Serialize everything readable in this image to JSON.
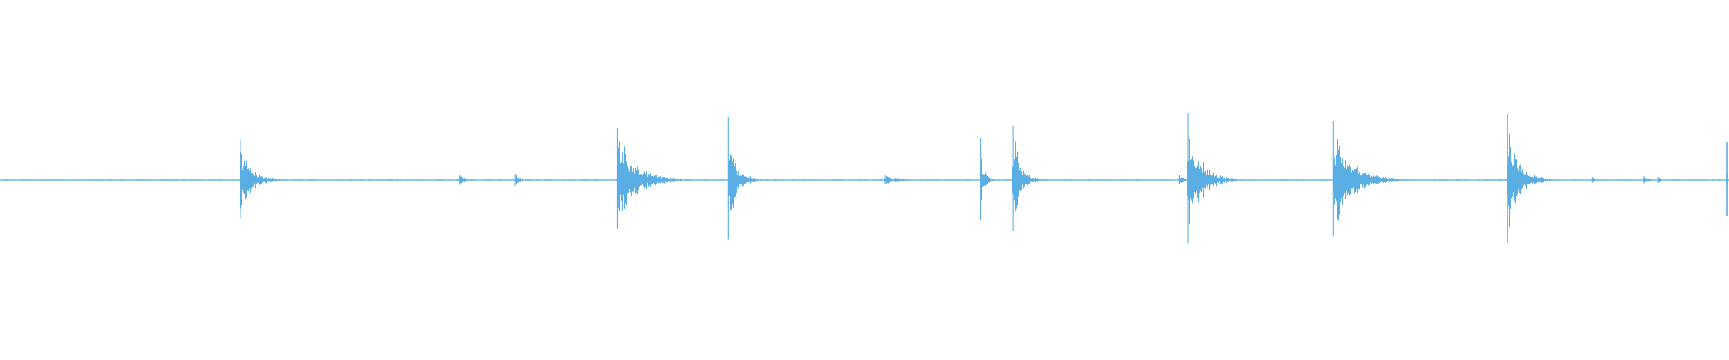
{
  "waveform": {
    "color": "#5aaee3",
    "baseline_amplitude": 0.006,
    "peaks": [
      {
        "t": 0.139,
        "amp": 0.45,
        "decay": 0.006
      },
      {
        "t": 0.266,
        "amp": 0.06,
        "decay": 0.003
      },
      {
        "t": 0.298,
        "amp": 0.07,
        "decay": 0.002
      },
      {
        "t": 0.357,
        "amp": 0.58,
        "decay": 0.01
      },
      {
        "t": 0.421,
        "amp": 0.7,
        "decay": 0.004
      },
      {
        "t": 0.434,
        "amp": 0.04,
        "decay": 0.003
      },
      {
        "t": 0.512,
        "amp": 0.05,
        "decay": 0.008
      },
      {
        "t": 0.567,
        "amp": 0.47,
        "decay": 0.002
      },
      {
        "t": 0.586,
        "amp": 0.6,
        "decay": 0.004
      },
      {
        "t": 0.682,
        "amp": 0.05,
        "decay": 0.003
      },
      {
        "t": 0.687,
        "amp": 0.74,
        "decay": 0.007
      },
      {
        "t": 0.771,
        "amp": 0.65,
        "decay": 0.01
      },
      {
        "t": 0.797,
        "amp": 0.04,
        "decay": 0.003
      },
      {
        "t": 0.872,
        "amp": 0.73,
        "decay": 0.006
      },
      {
        "t": 0.921,
        "amp": 0.03,
        "decay": 0.002
      },
      {
        "t": 0.951,
        "amp": 0.04,
        "decay": 0.003
      },
      {
        "t": 0.959,
        "amp": 0.03,
        "decay": 0.002
      },
      {
        "t": 0.999,
        "amp": 0.42,
        "decay": 0.001
      }
    ]
  }
}
